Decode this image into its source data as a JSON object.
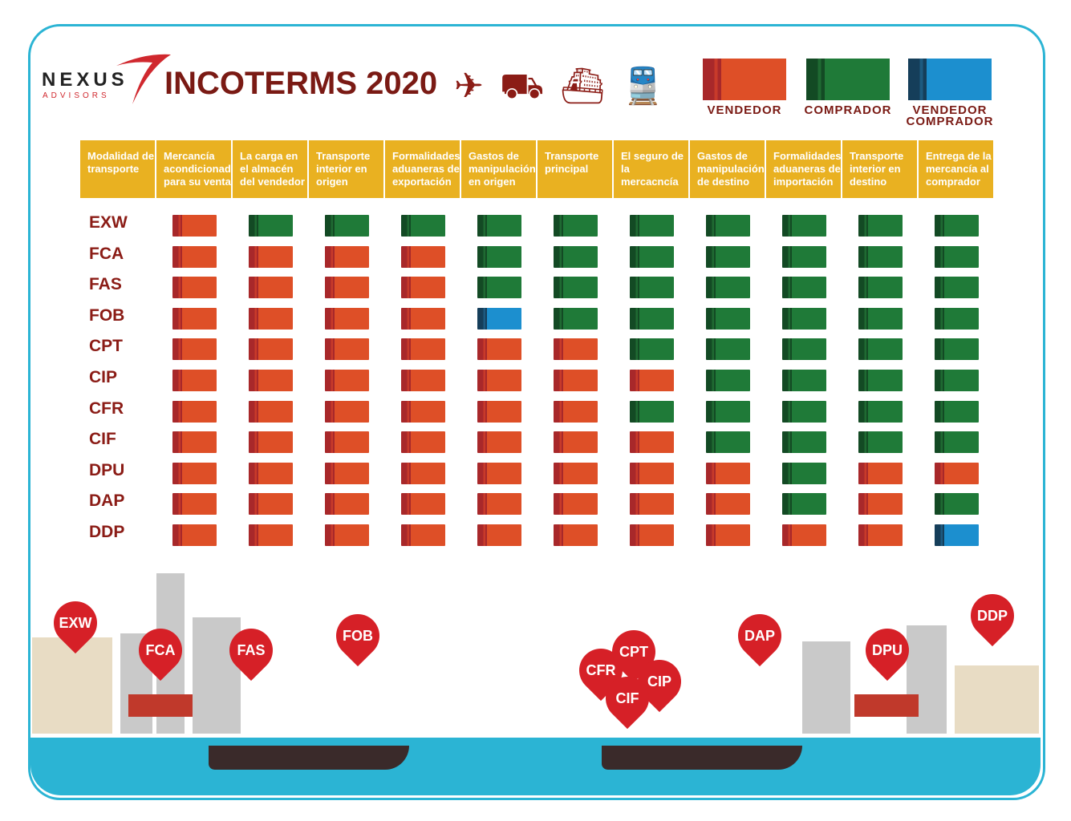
{
  "brand": {
    "name": "NEXUS",
    "sub": "ADVISORS"
  },
  "title": "INCOTERMS 2020",
  "transport_icons": [
    "airplane-icon",
    "truck-icon",
    "ship-icon",
    "train-icon"
  ],
  "legend": [
    {
      "key": "V",
      "label": "VENDEDOR",
      "color": "#de4f27"
    },
    {
      "key": "C",
      "label": "COMPRADOR",
      "color": "#1f7a38"
    },
    {
      "key": "B",
      "label": "VENDEDOR COMPRADOR",
      "color": "#1c8fcf"
    }
  ],
  "columns": [
    "Modalidad de transporte",
    "Mercancía acondicionada para su venta",
    "La carga en el almacén del vendedor",
    "Transporte interior en origen",
    "Formalidades aduaneras de exportación",
    "Gastos de manipulación en origen",
    "Transporte principal",
    "El seguro de la mercacncía",
    "Gastos de manipulación de destino",
    "Formalidades aduaneras de importación",
    "Transporte interior en destino",
    "Entrega de la mercancía al comprador"
  ],
  "rows": [
    {
      "term": "EXW",
      "cells": [
        "V",
        "C",
        "C",
        "C",
        "C",
        "C",
        "C",
        "C",
        "C",
        "C",
        "C"
      ]
    },
    {
      "term": "FCA",
      "cells": [
        "V",
        "V",
        "V",
        "V",
        "C",
        "C",
        "C",
        "C",
        "C",
        "C",
        "C"
      ]
    },
    {
      "term": "FAS",
      "cells": [
        "V",
        "V",
        "V",
        "V",
        "C",
        "C",
        "C",
        "C",
        "C",
        "C",
        "C"
      ]
    },
    {
      "term": "FOB",
      "cells": [
        "V",
        "V",
        "V",
        "V",
        "B",
        "C",
        "C",
        "C",
        "C",
        "C",
        "C"
      ]
    },
    {
      "term": "CPT",
      "cells": [
        "V",
        "V",
        "V",
        "V",
        "V",
        "V",
        "C",
        "C",
        "C",
        "C",
        "C"
      ]
    },
    {
      "term": "CIP",
      "cells": [
        "V",
        "V",
        "V",
        "V",
        "V",
        "V",
        "V",
        "C",
        "C",
        "C",
        "C"
      ]
    },
    {
      "term": "CFR",
      "cells": [
        "V",
        "V",
        "V",
        "V",
        "V",
        "V",
        "C",
        "C",
        "C",
        "C",
        "C"
      ]
    },
    {
      "term": "CIF",
      "cells": [
        "V",
        "V",
        "V",
        "V",
        "V",
        "V",
        "V",
        "C",
        "C",
        "C",
        "C"
      ]
    },
    {
      "term": "DPU",
      "cells": [
        "V",
        "V",
        "V",
        "V",
        "V",
        "V",
        "V",
        "V",
        "C",
        "V",
        "V"
      ]
    },
    {
      "term": "DAP",
      "cells": [
        "V",
        "V",
        "V",
        "V",
        "V",
        "V",
        "V",
        "V",
        "C",
        "V",
        "C"
      ]
    },
    {
      "term": "DDP",
      "cells": [
        "V",
        "V",
        "V",
        "V",
        "V",
        "V",
        "V",
        "V",
        "V",
        "V",
        "B"
      ]
    }
  ],
  "pins": [
    "EXW",
    "FCA",
    "FAS",
    "FOB",
    "CFR",
    "CPT",
    "CIP",
    "CIF",
    "DAP",
    "DPU",
    "DDP"
  ]
}
